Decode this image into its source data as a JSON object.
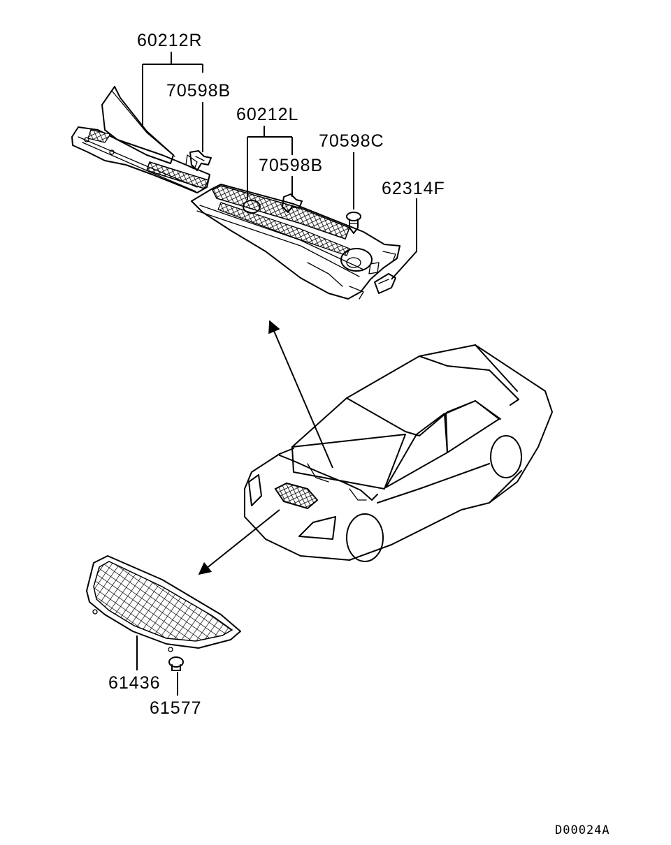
{
  "part_labels": {
    "cowl_top_right": "60212R",
    "clip_upper": "70598B",
    "cowl_top_left": "60212L",
    "clip_lower": "70598B",
    "screw_clip": "70598C",
    "side_cover": "62314F",
    "grille": "61436",
    "grille_fastener": "61577"
  },
  "diagram_code": "D00024A"
}
